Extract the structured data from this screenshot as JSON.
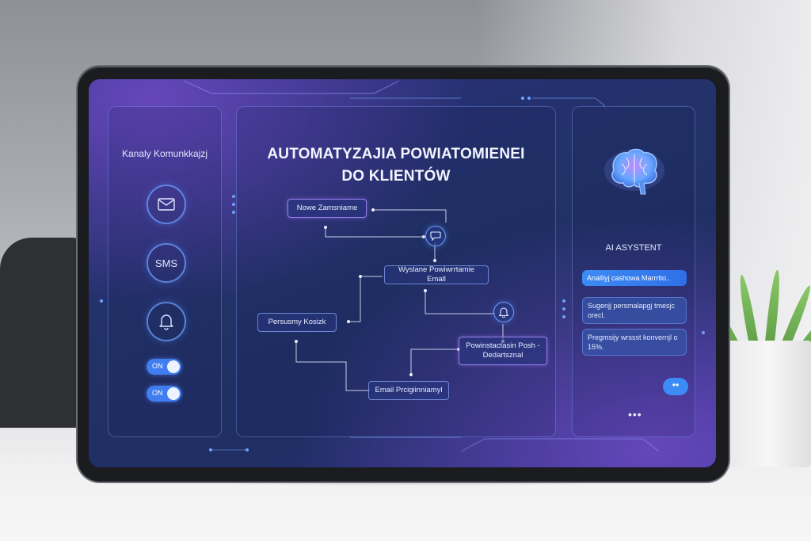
{
  "dashboard": {
    "title_line1": "AUTOMATYZAJIA POWIATOMIENEI",
    "title_line2": "DO KLIENTÓW"
  },
  "channels": {
    "title": "Kanaly Komunkkajzj",
    "sms_label": "SMS",
    "toggles": [
      {
        "label": "ON",
        "on": true
      },
      {
        "label": "ON",
        "on": true
      }
    ]
  },
  "flow": {
    "nodes": [
      {
        "id": "new-order",
        "label": "Nowe Zamsniame"
      },
      {
        "id": "email-sent",
        "label": "Wyslane Powiwrrtamie Emall"
      },
      {
        "id": "cart",
        "label": "Persusmy Kosizk"
      },
      {
        "id": "push",
        "label": "Powinstactasin Posh - Dedartsznal"
      },
      {
        "id": "email-personal",
        "label": "Email Prcigiinniamyl"
      }
    ]
  },
  "assistant": {
    "title": "AI ASYSTENT",
    "suggestions": [
      "Analliyj cashowa Marrrtio..",
      "Sugenjj persmalapgj tmesjc orecl.",
      "Pregmsijy wrssst konvernjl o 15%."
    ],
    "typing_indicator": "••",
    "more_label": "•••"
  },
  "colors": {
    "accent": "#3d8cf5",
    "screen_bg": "#223267",
    "glow_purple": "#9a5af0"
  }
}
